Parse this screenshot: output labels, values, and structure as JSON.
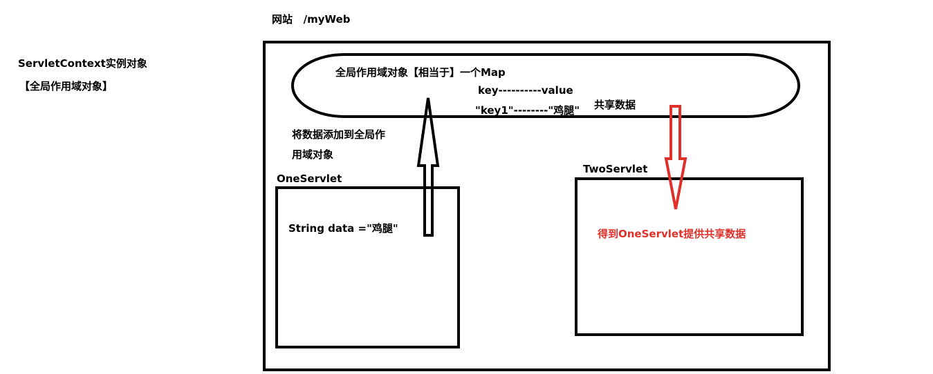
{
  "site_title": "网站   /myWeb",
  "left_note": {
    "line1": "ServletContext实例对象",
    "line2": "【全局作用域对象】"
  },
  "global_scope": {
    "title": "全局作用域对象【相当于】一个Map",
    "kv_header": "key----------value",
    "kv_entry": "\"key1\"--------\"鸡腿\"",
    "shared_label": "共享数据"
  },
  "add_note": {
    "line1": "将数据添加到全局作",
    "line2": "用域对象"
  },
  "one_servlet": {
    "label": "OneServlet",
    "code": "String data =\"鸡腿\""
  },
  "two_servlet": {
    "label": "TwoServlet",
    "result": "得到OneServlet提供共享数据"
  },
  "colors": {
    "stroke": "#000000",
    "red_arrow": "#e0302a",
    "red_text": "#e0302a"
  }
}
